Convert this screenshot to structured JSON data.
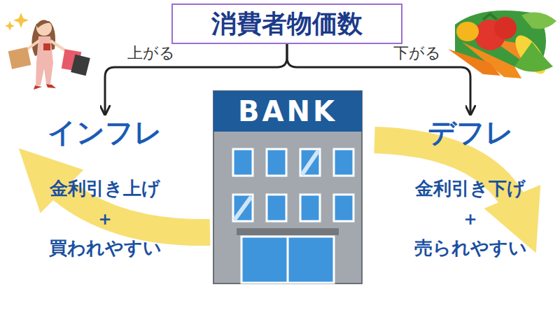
{
  "diagram": {
    "nodes": [
      {
        "text": [
          "消費者物価数"
        ]
      },
      {
        "text": [
          "インフレ"
        ]
      },
      {
        "text": [
          "デフレ"
        ]
      }
    ],
    "edges": [
      {
        "from": 0,
        "to": 1,
        "label": "上がる",
        "arrow": "to"
      },
      {
        "from": 0,
        "to": 2,
        "label": "下がる",
        "arrow": "to"
      }
    ],
    "labels": [
      "BANK",
      "金利引き上げ",
      "＋",
      "買われやすい",
      "金利引き下げ",
      "＋",
      "売られやすい"
    ]
  }
}
